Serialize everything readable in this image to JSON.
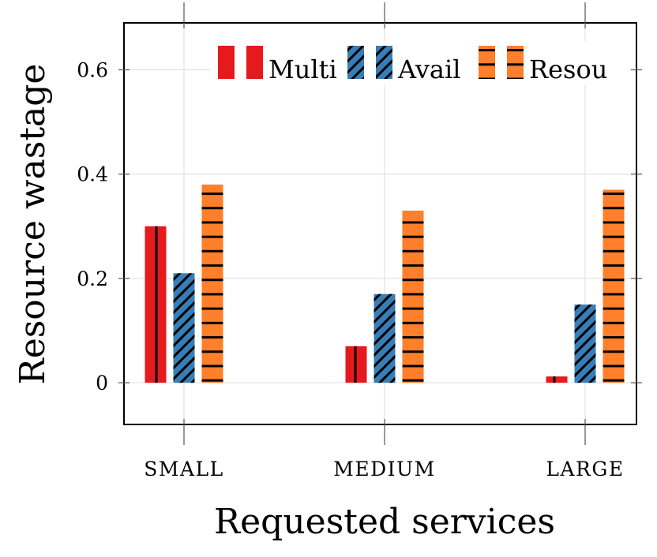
{
  "chart_data": {
    "type": "bar",
    "categories": [
      "SMALL",
      "MEDIUM",
      "LARGE"
    ],
    "series": [
      {
        "name": "Multi",
        "values": [
          0.3,
          0.07,
          0.012
        ],
        "color": "#e41a1c",
        "pattern": "vertical"
      },
      {
        "name": "Avail",
        "values": [
          0.21,
          0.17,
          0.15
        ],
        "color": "#377eb8",
        "pattern": "diagonal"
      },
      {
        "name": "Resou",
        "values": [
          0.38,
          0.33,
          0.37
        ],
        "color": "#ff7f2a",
        "pattern": "horizontal"
      }
    ],
    "xlabel": "Requested services",
    "ylabel": "Resource wastage",
    "ylim": [
      -0.08,
      0.69
    ],
    "yticks": [
      0,
      0.2,
      0.4,
      0.6
    ],
    "ytick_labels": [
      "0",
      "0.2",
      "0.4",
      "0.6"
    ],
    "grid": true,
    "legend": {
      "position": "top-right",
      "columns": 3
    }
  }
}
